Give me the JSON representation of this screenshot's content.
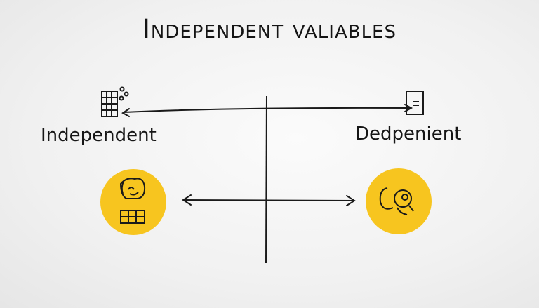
{
  "title": "Independent valiables",
  "nodes": {
    "independent": {
      "label": "Independent",
      "icon": "data-table-icon"
    },
    "dependent": {
      "label": "Dedpenient",
      "icon": "document-icon"
    }
  },
  "circles": {
    "left_icon": "face-with-table-icon",
    "right_icon": "magnifier-icon",
    "fill_color": "#f7c51f"
  }
}
